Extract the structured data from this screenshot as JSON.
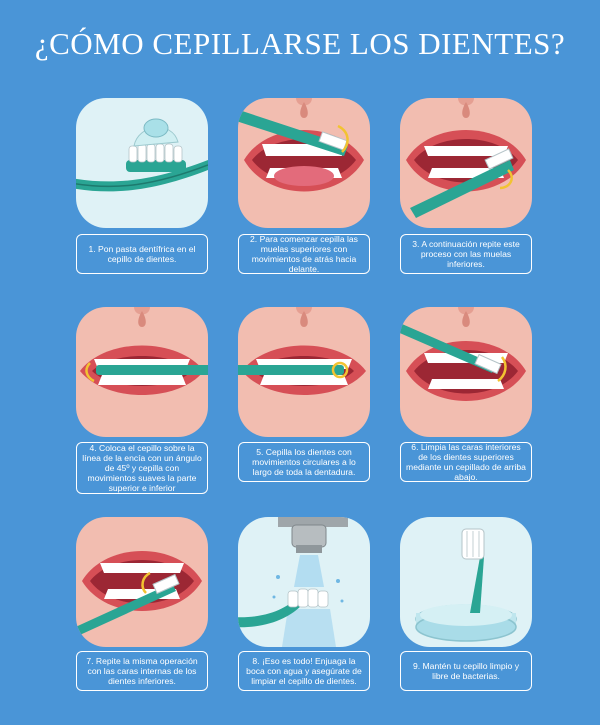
{
  "title": "¿CÓMO CEPILLARSE LOS DIENTES?",
  "colors": {
    "background": "#4a95d7",
    "tile_light": "#dff2f6",
    "tile_pink": "#f2bdb0",
    "brush": "#2aa594",
    "text": "#ffffff"
  },
  "steps": [
    {
      "caption": "1. Pon pasta dentífrica en el cepillo de dientes.",
      "icon": "toothpaste-brush-icon"
    },
    {
      "caption": "2. Para comenzar cepilla las muelas superiores con movimientos de atrás hacia delante.",
      "icon": "mouth-brushing-icon"
    },
    {
      "caption": "3.  A continuación repite este proceso con las muelas inferiores.",
      "icon": "mouth-brushing-icon"
    },
    {
      "caption": "4.  Coloca el cepillo sobre la línea de la encía con un ángulo de 45º y cepilla con movimientos suaves la parte superior e inferior",
      "icon": "mouth-brushing-icon"
    },
    {
      "caption": "5. Cepilla los dientes con movimientos circulares a lo largo de toda la dentadura.",
      "icon": "mouth-brushing-icon"
    },
    {
      "caption": "6. Limpia las caras interiores de los dientes superiores mediante un cepillado de arriba abajo.",
      "icon": "mouth-brushing-icon"
    },
    {
      "caption": "7. Repite la misma operación con las caras internas de los dientes inferiores.",
      "icon": "mouth-brushing-icon"
    },
    {
      "caption": "8. ¡Eso es todo! Enjuaga la boca con agua y asegúrate de limpiar el cepillo de dientes.",
      "icon": "faucet-rinse-icon"
    },
    {
      "caption": "9. Mantén tu cepillo limpio y libre de bacterias.",
      "icon": "brush-in-cup-icon"
    }
  ]
}
